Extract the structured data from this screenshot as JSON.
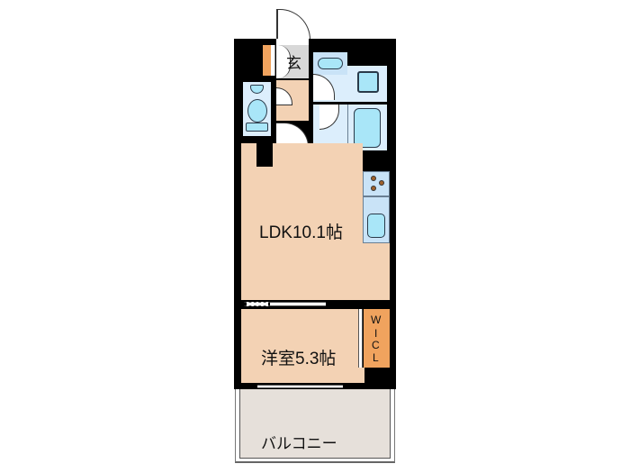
{
  "floorplan": {
    "rooms": {
      "ldk": {
        "label": "LDK10.1帖"
      },
      "western": {
        "label": "洋室5.3帖"
      },
      "balcony": {
        "label": "バルコニー"
      },
      "entrance": {
        "label": "玄"
      },
      "wic": {
        "label": "W\nI\nC\nL",
        "letters": [
          "W",
          "I",
          "C",
          "L"
        ]
      }
    },
    "colors": {
      "wall": "#000000",
      "room_floor": "#f3d2b4",
      "wet_area": "#dceefc",
      "fixture": "#a9e6f8",
      "storage": "#f0a35e",
      "entrance_floor": "#d8d8d8",
      "balcony_floor": "#e6e0da"
    }
  }
}
